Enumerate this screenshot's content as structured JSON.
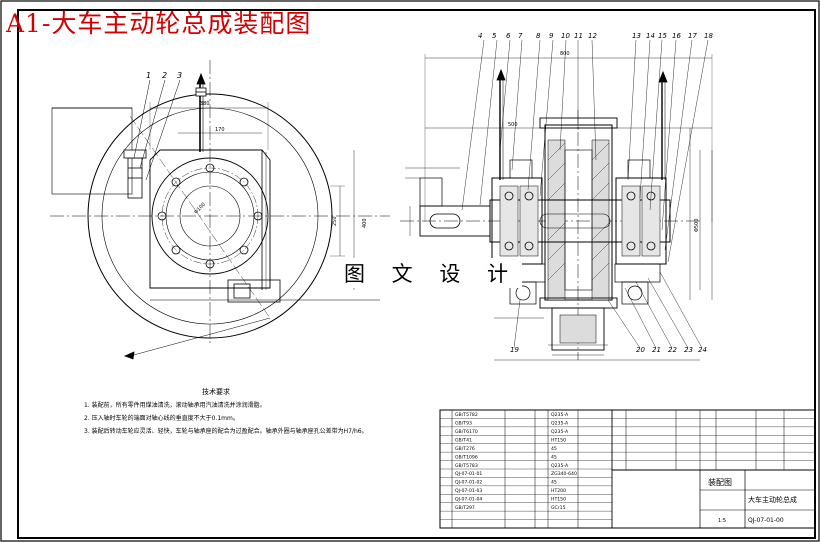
{
  "title": "A1-大车主动轮总成装配图",
  "watermark": "图 文 设 计",
  "notes": {
    "heading": "技术要求",
    "items": [
      "1. 装配前，所有零件用煤油清洗，滚动轴承用汽油清洗并涂润滑脂。",
      "2. 压入轴时车轮的端面对轴心线的垂直度不大于0.1mm。",
      "3. 装配后转动车轮应灵活、轻快，车轮与轴承座的配合为过盈配合。轴承外圈与轴承座孔公差带为H7/h6。"
    ]
  },
  "leaders_left": [
    "1",
    "2",
    "3"
  ],
  "leaders_right": [
    "4",
    "5",
    "6",
    "7",
    "8",
    "9",
    "10",
    "11",
    "12",
    "13",
    "14",
    "15",
    "16",
    "17",
    "18"
  ],
  "leaders_bottom": [
    "19",
    "20",
    "21",
    "22",
    "23",
    "24"
  ],
  "dims": {
    "d1": "380",
    "d2": "170",
    "d3": "400",
    "d4": "250",
    "d5": "800",
    "d6": "500",
    "d7": "Φ100",
    "d8": "Φ500"
  },
  "title_block": {
    "drawing_name": "大车主动轮总成",
    "drawing_type": "装配图",
    "drawing_no": "QJ-07-01-00",
    "scale": "1:5"
  },
  "bom_codes": [
    "GB/T5782",
    "GB/T93",
    "GB/T6170",
    "GB/T41",
    "GB/T276",
    "GB/T1096",
    "GB/T5783",
    "QJ-07-01-01",
    "QJ-07-01-02",
    "QJ-07-01-03",
    "QJ-07-01-04",
    "GB/T297"
  ],
  "bom_materials": [
    "Q235-A",
    "Q235-A",
    "Q235-A",
    "HT150",
    "45",
    "45",
    "Q235-A",
    "ZG340-640",
    "45",
    "HT200",
    "HT150",
    "GCr15"
  ]
}
